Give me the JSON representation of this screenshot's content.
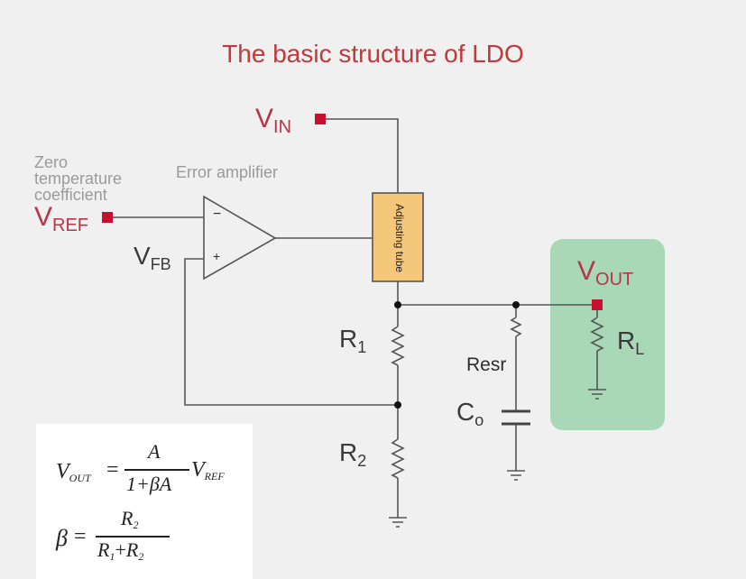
{
  "title": "The basic structure of LDO",
  "notes": {
    "reference_source": "Zero temperature coefficient",
    "amplifier": "Error amplifier",
    "pass_element": "Adjusting tube"
  },
  "signals": {
    "vin": {
      "main": "V",
      "sub": "IN"
    },
    "vref": {
      "main": "V",
      "sub": "REF"
    },
    "vfb": {
      "main": "V",
      "sub": "FB"
    },
    "vout": {
      "main": "V",
      "sub": "OUT"
    }
  },
  "components": {
    "r1": {
      "main": "R",
      "sub": "1"
    },
    "r2": {
      "main": "R",
      "sub": "2"
    },
    "rl": {
      "main": "R",
      "sub": "L"
    },
    "co": {
      "main": "C",
      "sub": "o"
    },
    "resr": "Resr"
  },
  "opamp": {
    "minus": "−",
    "plus": "+"
  },
  "formula": {
    "line1": {
      "lhs_main": "V",
      "lhs_sub": "OUT",
      "eq": "=",
      "num": "A",
      "den": "1+βA",
      "rhs_main": "V",
      "rhs_sub": "REF"
    },
    "line2": {
      "lhs": "β",
      "eq": "=",
      "num_main": "R",
      "num_sub": "2",
      "den_a_main": "R",
      "den_a_sub": "1",
      "plus": "+",
      "den_b_main": "R",
      "den_b_sub": "2"
    }
  },
  "colors": {
    "title": "#c0393d",
    "signal_label": "#b83448",
    "pin_marker": "#c8102e",
    "wire": "#555555",
    "tube_fill": "#f5c77a",
    "load_box": "#a8d8b6",
    "background": "#eff0ef"
  }
}
